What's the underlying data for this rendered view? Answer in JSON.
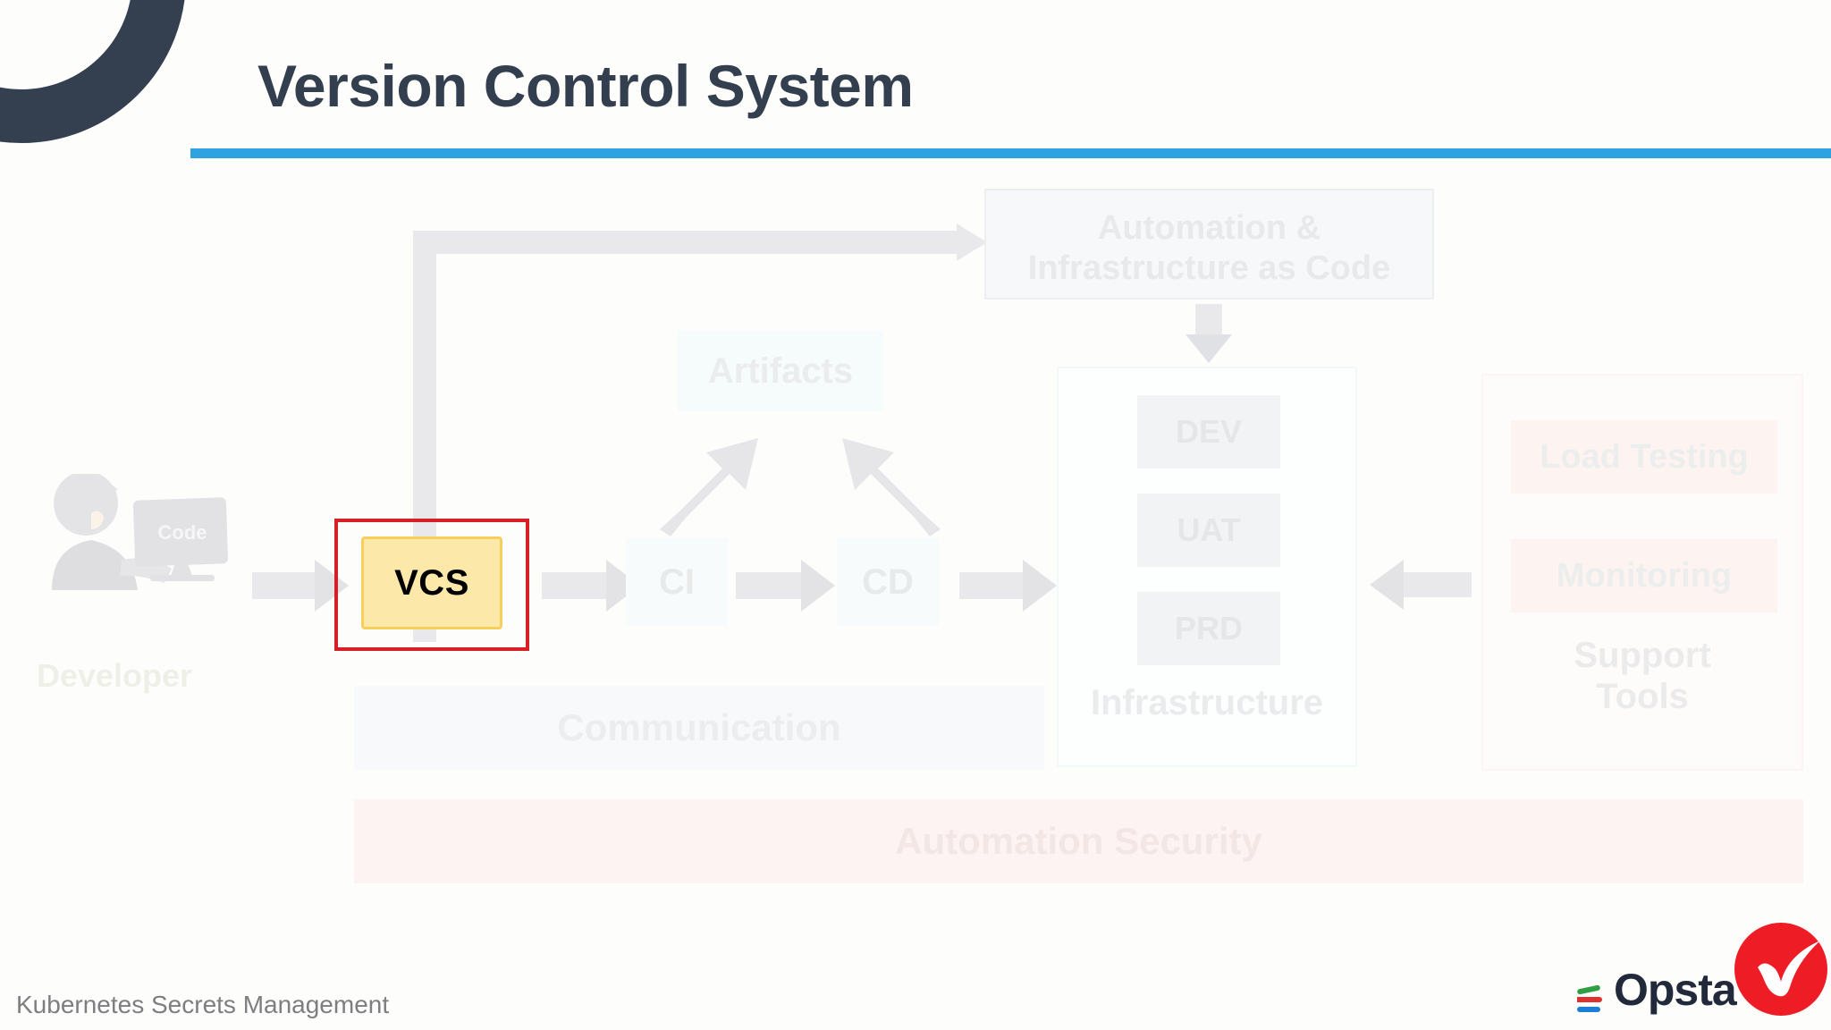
{
  "slide": {
    "title": "Version Control System",
    "accent_color": "#2ea3df",
    "corner_color": "#343f4f",
    "title_color": "#333f4e",
    "background": "#fdfdfc"
  },
  "diagram": {
    "developer": {
      "label": "Developer",
      "monitor_label": "Code"
    },
    "highlight": {
      "label": "VCS",
      "fill_color": "#fce9a9",
      "border_color": "#f6cf5c",
      "outline_color": "#d81f26"
    },
    "pipeline": [
      {
        "label": "CI"
      },
      {
        "label": "CD"
      }
    ],
    "artifacts": {
      "label": "Artifacts"
    },
    "automation_iac": {
      "label": "Automation &\nInfrastructure as Code",
      "line1": "Automation &",
      "line2": "Infrastructure as Code"
    },
    "infrastructure": {
      "title": "Infrastructure",
      "environments": [
        {
          "label": "DEV"
        },
        {
          "label": "UAT"
        },
        {
          "label": "PRD"
        }
      ]
    },
    "support_tools": {
      "title_line1": "Support",
      "title_line2": "Tools",
      "items": [
        {
          "label": "Load Testing"
        },
        {
          "label": "Monitoring"
        }
      ]
    },
    "communication": {
      "label": "Communication"
    },
    "automation_security": {
      "label": "Automation Security"
    },
    "arrow_color": "#e9e9ec",
    "ghost_text_color": "#e8e8e8"
  },
  "footer": {
    "text": "Kubernetes Secrets Management",
    "brand": "Opsta",
    "badge": "check-mark"
  }
}
